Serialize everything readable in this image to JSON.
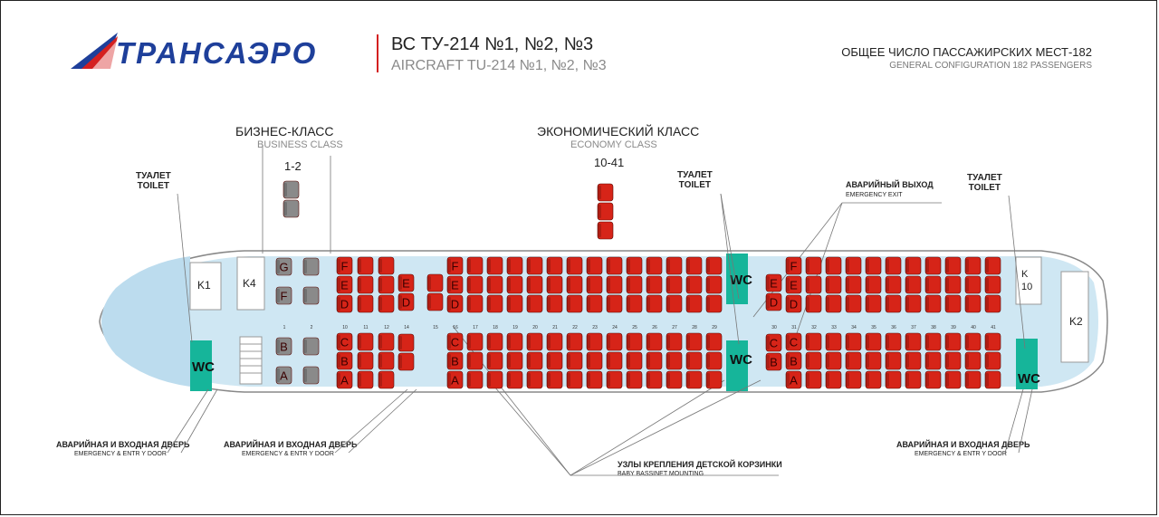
{
  "header": {
    "logo_text": "ТРАНСАЭРО",
    "title_ru": "ВС ТУ-214   №1, №2, №3",
    "title_en": "AIRCRAFT TU-214  №1, №2, №3",
    "total_ru": "ОБЩЕЕ ЧИСЛО ПАССАЖИРСКИХ МЕСТ-182",
    "total_en": "GENERAL CONFIGURATION 182 PASSENGERS"
  },
  "classes": {
    "business": {
      "name_ru": "БИЗНЕС-КЛАСС",
      "name_en": "BUSINESS CLASS",
      "rows": "1-2"
    },
    "economy": {
      "name_ru": "ЭКОНОМИЧЕСКИЙ КЛАСС",
      "name_en": "ECONOMY CLASS",
      "rows": "10-41"
    }
  },
  "labels": {
    "toilet_ru": "ТУАЛЕТ",
    "toilet_en": "TOILET",
    "emergency_exit_ru": "АВАРИЙНЫЙ ВЫХОД",
    "emergency_exit_en": "EMERGENCY    EXIT",
    "door_ru": "АВАРИЙНАЯ И ВХОДНАЯ ДВЕРЬ",
    "door_en": "EMERGENCY     & ENTR  Y DOOR",
    "door_en_right": "EMERGENCY     & ENTR Y DOOR",
    "bassinet_ru": "УЗЛЫ КРЕПЛЕНИЯ ДЕТСКОЙ КОРЗИНКИ",
    "bassinet_en": "BABY    BASSINET MOUNTING"
  },
  "galleys": {
    "k1": "K1",
    "k4": "K4",
    "k10": "K 10",
    "k2": "K2"
  },
  "wc_label": "WC",
  "colors": {
    "economy_seat": "#d62418",
    "business_seat": "#8a8a8a",
    "wc": "#16b59a",
    "cabin": "#cfe7f3",
    "logo": "#1e3f9a",
    "accent": "#d42020"
  },
  "seating": {
    "business_rows": [
      "1",
      "2"
    ],
    "business_upper_letters": [
      "G",
      "F"
    ],
    "business_lower_letters": [
      "B",
      "A"
    ],
    "economy_rows": [
      "10",
      "11",
      "12",
      "14",
      "15",
      "16",
      "17",
      "18",
      "19",
      "20",
      "21",
      "22",
      "23",
      "24",
      "25",
      "26",
      "27",
      "28",
      "29",
      "30",
      "31",
      "32",
      "33",
      "34",
      "35",
      "36",
      "37",
      "38",
      "39",
      "40",
      "41"
    ],
    "upper_letters": [
      "F",
      "E",
      "D"
    ],
    "lower_letters": [
      "C",
      "B",
      "A"
    ],
    "two_seat_upper_letters": [
      "E",
      "D"
    ],
    "two_seat_lower_letters": [
      "C",
      "B"
    ]
  }
}
